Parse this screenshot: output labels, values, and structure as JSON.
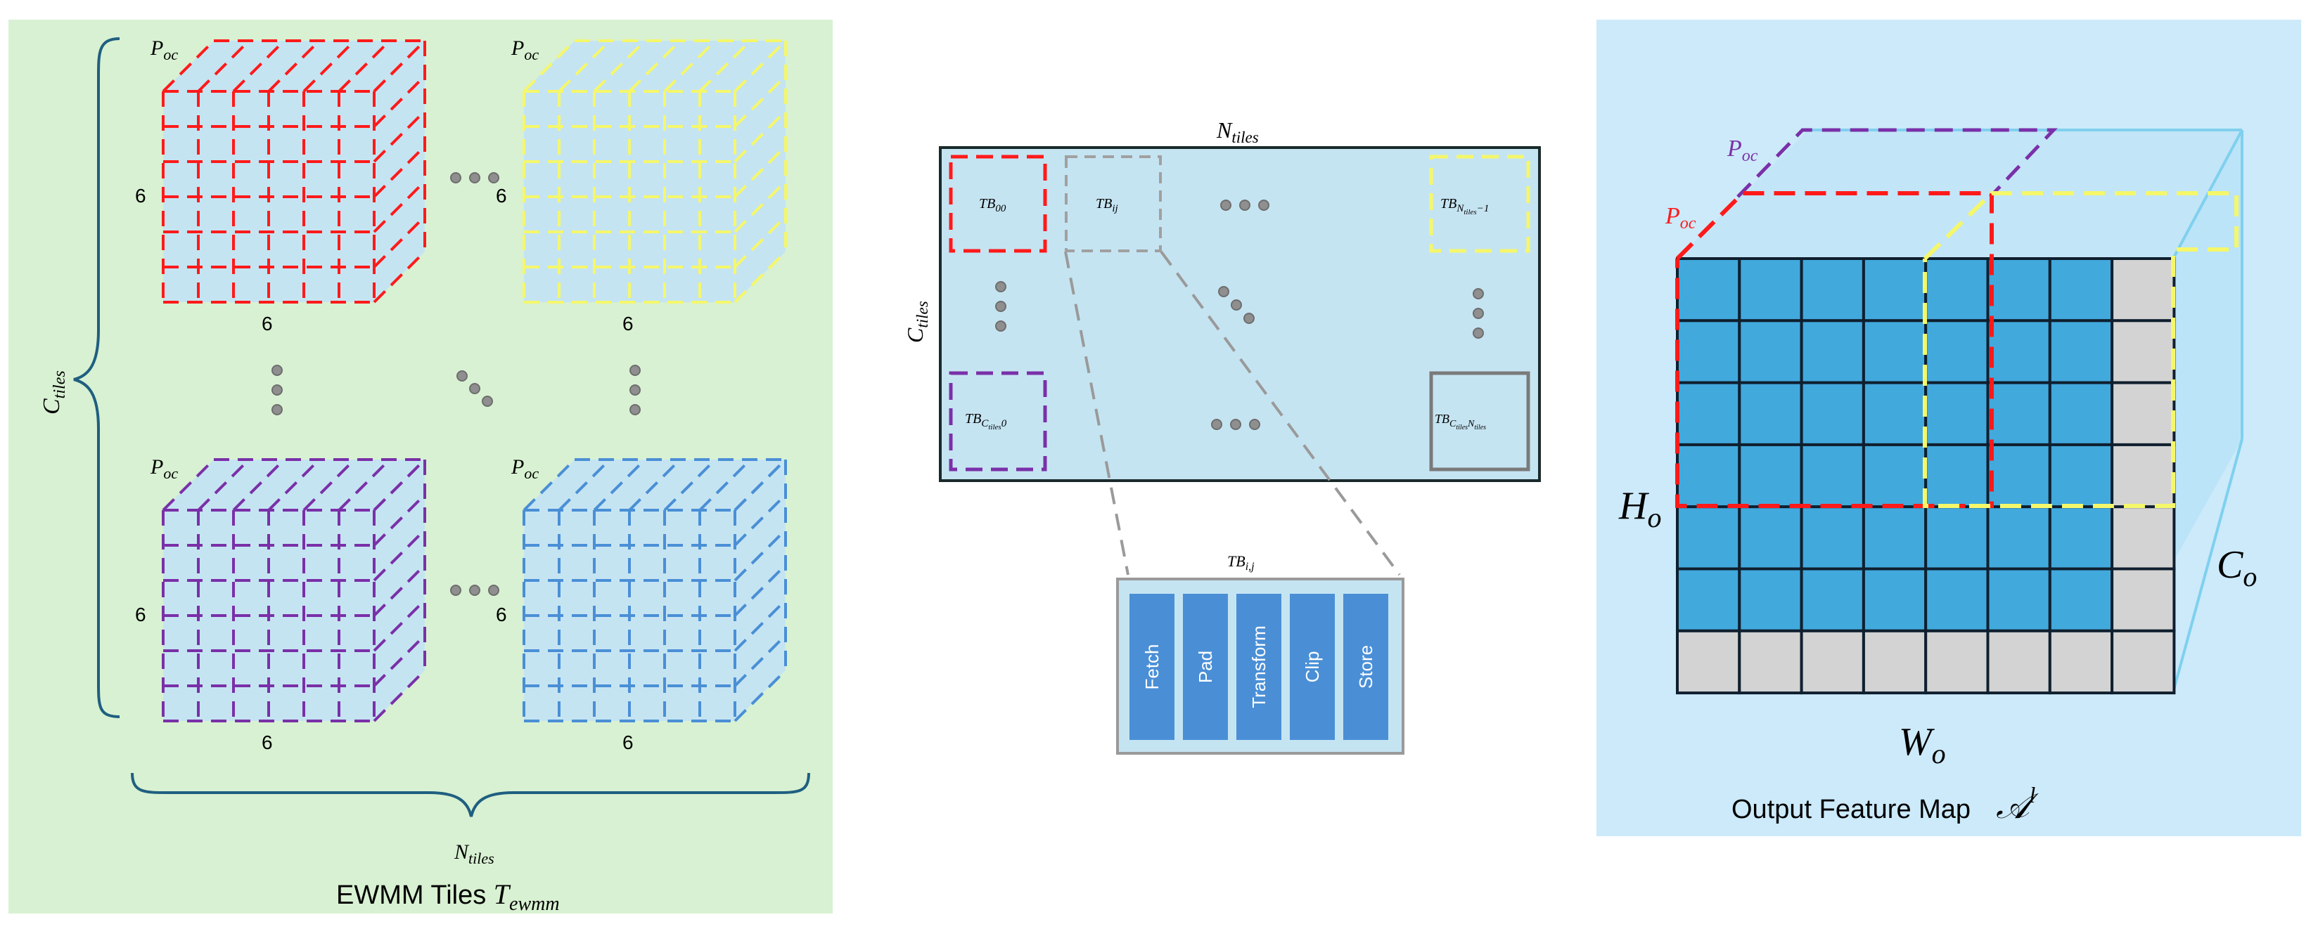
{
  "panel_left": {
    "cube_tl": {
      "label": "P",
      "label_sub": "oc",
      "side_label": "6",
      "bottom_label": "6",
      "color": "#ff1a1a"
    },
    "cube_tr": {
      "label": "P",
      "label_sub": "oc",
      "side_label": "6",
      "bottom_label": "6",
      "color": "#f5f76a"
    },
    "cube_bl": {
      "label": "P",
      "label_sub": "oc",
      "side_label": "6",
      "bottom_label": "6",
      "color": "#7a30a8"
    },
    "cube_br": {
      "label": "P",
      "label_sub": "oc",
      "side_label": "6",
      "bottom_label": "6",
      "color": "#4a8fd6"
    },
    "y_brace_label": "C",
    "y_brace_sub": "tiles",
    "x_brace_label": "N",
    "x_brace_sub": "tiles",
    "caption": "EWMM Tiles ",
    "caption_math": "T",
    "caption_math_sub": "ewmm",
    "background": "#d8f1d2"
  },
  "panel_middle": {
    "grid_top_label": "N",
    "grid_top_sub": "tiles",
    "grid_left_label": "C",
    "grid_left_sub": "tiles",
    "tb_00": {
      "main": "TB",
      "sub": "00"
    },
    "tb_ij": {
      "main": "TB",
      "sub": "ij"
    },
    "tb_top_right": {
      "main": "TB",
      "sub": "N",
      "subsub": "tiles",
      "tail": "−1"
    },
    "tb_bottom_left": {
      "main": "TB",
      "sub": "C",
      "subsub": "tiles",
      "tail": "0"
    },
    "tb_bottom_right": {
      "main": "TB",
      "sub": "C",
      "subsub": "tiles",
      "tail": "N",
      "tailsub": "tiles"
    },
    "zoom_title": {
      "main": "TB",
      "sub": "i,j"
    },
    "stages": [
      "Fetch",
      "Pad",
      "Transform",
      "Clip",
      "Store"
    ],
    "stage_color": "#4a8fd6",
    "grid_bg": "#c5e4f2"
  },
  "panel_right": {
    "poc_purple": {
      "main": "P",
      "sub": "oc"
    },
    "poc_red": {
      "main": "P",
      "sub": "oc"
    },
    "height_label": {
      "main": "H",
      "sub": "o"
    },
    "width_label": {
      "main": "W",
      "sub": "o"
    },
    "channel_label": {
      "main": "C",
      "sub": "o"
    },
    "caption": "Output Feature Map",
    "caption_math": "𝒜",
    "caption_math_sup": "l",
    "cell_blue": "#42a9dd",
    "cell_gray": "#d3d3d3",
    "background": "#cceafa"
  }
}
